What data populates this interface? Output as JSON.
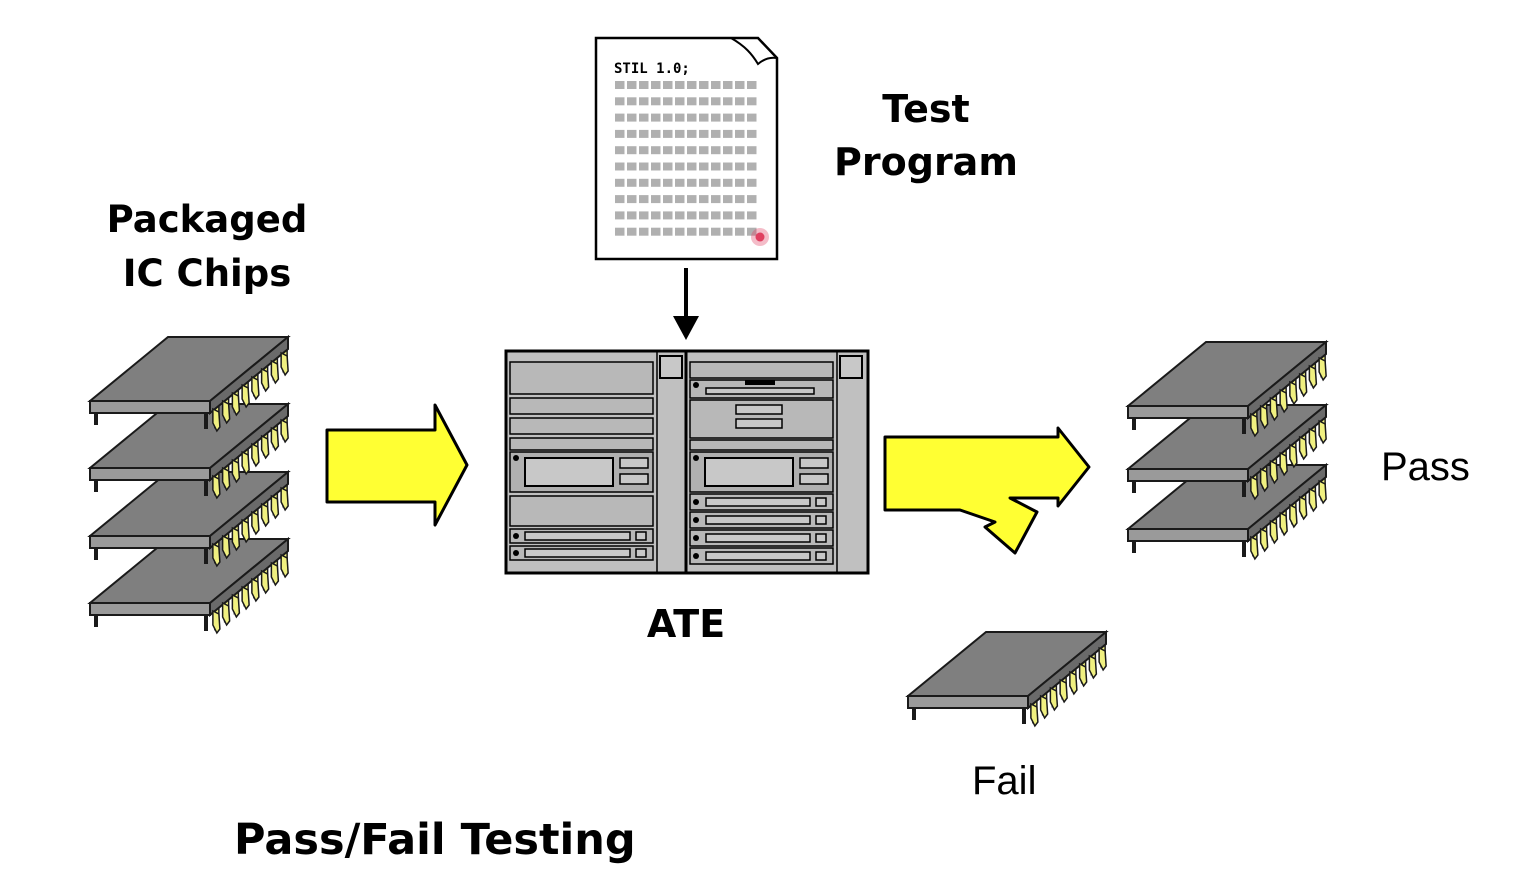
{
  "diagram": {
    "input_label": [
      "Packaged",
      "IC Chips"
    ],
    "program_label": [
      "Test",
      "Program"
    ],
    "program_first_line": "STIL 1.0;",
    "tester_label": "ATE",
    "pass_label": "Pass",
    "fail_label": "Fail",
    "title": "Pass/Fail Testing"
  },
  "counts": {
    "input_chips": 4,
    "passed_chips": 3,
    "failed_chips": 1
  },
  "colors": {
    "chip_body": "#7f7f7f",
    "chip_outline": "#1a1a1a",
    "chip_pin": "#f0f080",
    "arrow_fill": "#ffff33",
    "arrow_outline": "#000000",
    "tester_fill": "#c0c0c0",
    "document_line": "#b0b0b0",
    "cursor_dot": "#e04060"
  }
}
